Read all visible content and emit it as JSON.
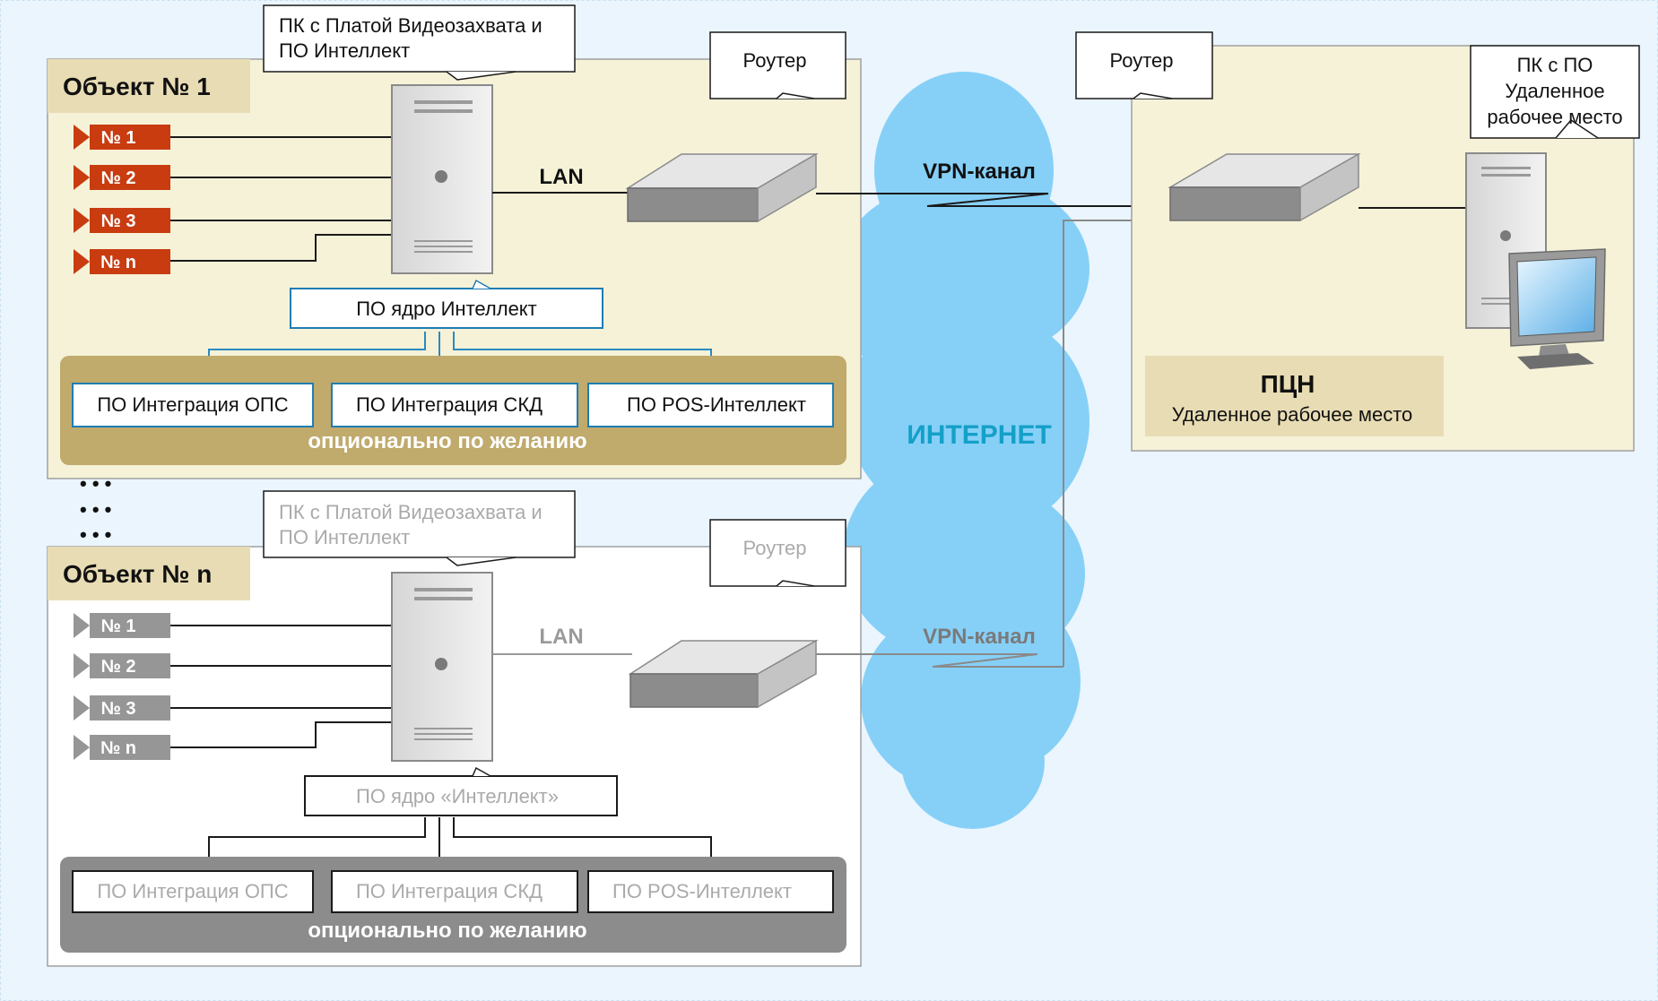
{
  "colors": {
    "page_bg": "#eaf5fd",
    "object1_bg": "#f6f2d8",
    "object_title_bg": "#e8dcb4",
    "optional_band_1": "#c0aa6c",
    "optional_band_n": "#8c8c8c",
    "camera_active": "#c83c10",
    "camera_inactive": "#969696",
    "cloud": "#86d0f8",
    "internet_text": "#14a0c8",
    "box_border_blue": "#1e7db4"
  },
  "object1": {
    "title": "Объект № 1",
    "pc_callout": [
      "ПК с Платой Видеозахвата и",
      "ПО Интеллект"
    ],
    "router_callout": "Роутер",
    "cameras": [
      "№ 1",
      "№ 2",
      "№ 3",
      "№ n"
    ],
    "lan_label": "LAN",
    "core_box": "ПО ядро Интеллект",
    "modules": [
      "ПО Интеграция ОПС",
      "ПО Интеграция СКД",
      "ПО POS-Интеллект"
    ],
    "optional_label": "опционально по желанию"
  },
  "objectn": {
    "title": "Объект № n",
    "pc_callout": [
      "ПК с Платой Видеозахвата и",
      "ПО Интеллект"
    ],
    "router_callout": "Роутер",
    "cameras": [
      "№ 1",
      "№ 2",
      "№ 3",
      "№ n"
    ],
    "lan_label": "LAN",
    "core_box": "ПО ядро «Интеллект»",
    "modules": [
      "ПО Интеграция ОПС",
      "ПО Интеграция СКД",
      "ПО POS-Интеллект"
    ],
    "optional_label": "опционально по желанию"
  },
  "ellipsis": [
    "• • •",
    "• • •",
    "• • •"
  ],
  "internet": {
    "label": "ИНТЕРНЕТ",
    "vpn_label_1": "VPN-канал",
    "vpn_label_n": "VPN-канал"
  },
  "pcn": {
    "router_callout": "Роутер",
    "pc_callout": [
      "ПК с ПО",
      "Удаленное",
      "рабочее место"
    ],
    "title": "ПЦН",
    "subtitle": "Удаленное рабочее место"
  },
  "icons": {
    "server": "server-tower-icon",
    "router": "router-icon",
    "camera": "camera-icon",
    "monitor": "monitor-icon",
    "cloud": "internet-cloud"
  }
}
